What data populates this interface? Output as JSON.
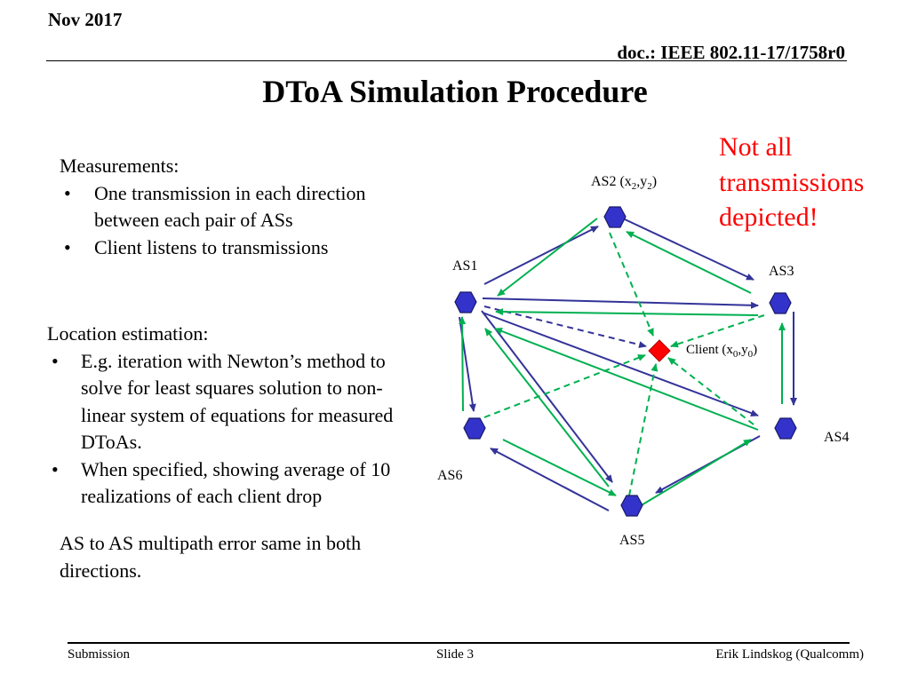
{
  "header": {
    "date": "Nov 2017",
    "doc": "doc.: IEEE 802.11-17/1758r0"
  },
  "title": "DToA Simulation Procedure",
  "measurements": {
    "heading": "Measurements:",
    "bullets": [
      "One transmission in each direction between each pair of ASs",
      "Client listens to transmissions"
    ]
  },
  "location": {
    "heading": "Location estimation:",
    "bullets": [
      "E.g. iteration with Newton’s method to solve for least squares solution to non-linear system of equations for measured DToAs.",
      "When specified, showing average of 10 realizations of each client drop"
    ]
  },
  "note": "AS to AS multipath error same in both directions.",
  "warning": {
    "line1": "Not all",
    "line2": "transmissions",
    "line3": "depicted!"
  },
  "diagram": {
    "as1": "AS1",
    "as2": "AS2 (x",
    "as2_sub1": "2",
    "as2_mid": ",y",
    "as2_sub2": "2",
    "as2_end": ")",
    "as3": "AS3",
    "as4": "AS4",
    "as5": "AS5",
    "as6": "AS6",
    "client": "Client (x",
    "client_sub1": "0",
    "client_mid": ",y",
    "client_sub2": "0",
    "client_end": ")"
  },
  "colors": {
    "node": "#3333cc",
    "client": "#ff0000",
    "arrow_blue": "#333399",
    "arrow_green": "#00b050",
    "warning": "#ff0000"
  },
  "footer": {
    "left": "Submission",
    "center": "Slide 3",
    "right": "Erik Lindskog (Qualcomm)"
  }
}
